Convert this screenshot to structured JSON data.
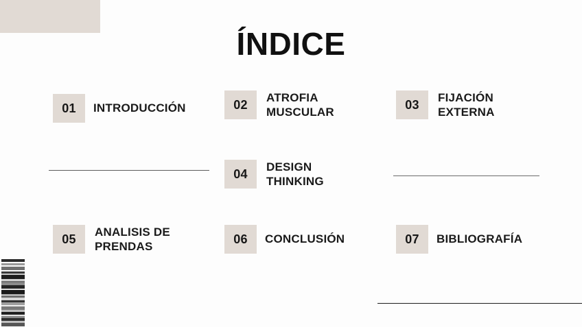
{
  "slide": {
    "title": "ÍNDICE",
    "background_color": "#FDFDFD",
    "accent_color": "#E1DAD4",
    "text_color": "#1A1A1A"
  },
  "decor": {
    "corner_block_name": "beige-corner-block",
    "barcode_name": "barcode-graphic",
    "barcode_bars": [
      {
        "h": 4,
        "c": "#2B2B2B"
      },
      {
        "h": 2,
        "c": "#FAFAFA"
      },
      {
        "h": 3,
        "c": "#9A9A9A"
      },
      {
        "h": 2,
        "c": "#FAFAFA"
      },
      {
        "h": 5,
        "c": "#707070"
      },
      {
        "h": 2,
        "c": "#FAFAFA"
      },
      {
        "h": 3,
        "c": "#3A3A3A"
      },
      {
        "h": 2,
        "c": "#C8C8C8"
      },
      {
        "h": 6,
        "c": "#1E1E1E"
      },
      {
        "h": 3,
        "c": "#D2D2D2"
      },
      {
        "h": 2,
        "c": "#6E6E6E"
      },
      {
        "h": 4,
        "c": "#8C8C8C"
      },
      {
        "h": 5,
        "c": "#262626"
      },
      {
        "h": 2,
        "c": "#E0E0E0"
      },
      {
        "h": 6,
        "c": "#1A1A1A"
      },
      {
        "h": 3,
        "c": "#AFAFAF"
      },
      {
        "h": 2,
        "c": "#5E5E5E"
      },
      {
        "h": 4,
        "c": "#D8D8D8"
      },
      {
        "h": 3,
        "c": "#343434"
      },
      {
        "h": 4,
        "c": "#9E9E9E"
      },
      {
        "h": 2,
        "c": "#EDEDED"
      },
      {
        "h": 5,
        "c": "#7A7A7A"
      },
      {
        "h": 3,
        "c": "#C0C0C0"
      },
      {
        "h": 4,
        "c": "#1F1F1F"
      },
      {
        "h": 2,
        "c": "#E6E6E6"
      },
      {
        "h": 3,
        "c": "#8A8A8A"
      },
      {
        "h": 4,
        "c": "#2E2E2E"
      },
      {
        "h": 3,
        "c": "#BFBFBF"
      },
      {
        "h": 5,
        "c": "#555555"
      },
      {
        "h": 2,
        "c": "#F0F0F0"
      },
      {
        "h": 4,
        "c": "#1B1B1B"
      }
    ]
  },
  "entries": [
    {
      "number": "01",
      "label": "INTRODUCCIÓN"
    },
    {
      "number": "02",
      "label": "ATROFIA\nMUSCULAR"
    },
    {
      "number": "03",
      "label": "FIJACIÓN\nEXTERNA"
    },
    {
      "number": "04",
      "label": "DESIGN\nTHINKING"
    },
    {
      "number": "05",
      "label": "ANALISIS DE\nPRENDAS"
    },
    {
      "number": "06",
      "label": "CONCLUSIÓN"
    },
    {
      "number": "07",
      "label": "BIBLIOGRAFÍA"
    }
  ],
  "rules": {
    "left_mid": "divider-line-left",
    "right_mid": "divider-line-right",
    "bottom": "divider-line-bottom"
  }
}
